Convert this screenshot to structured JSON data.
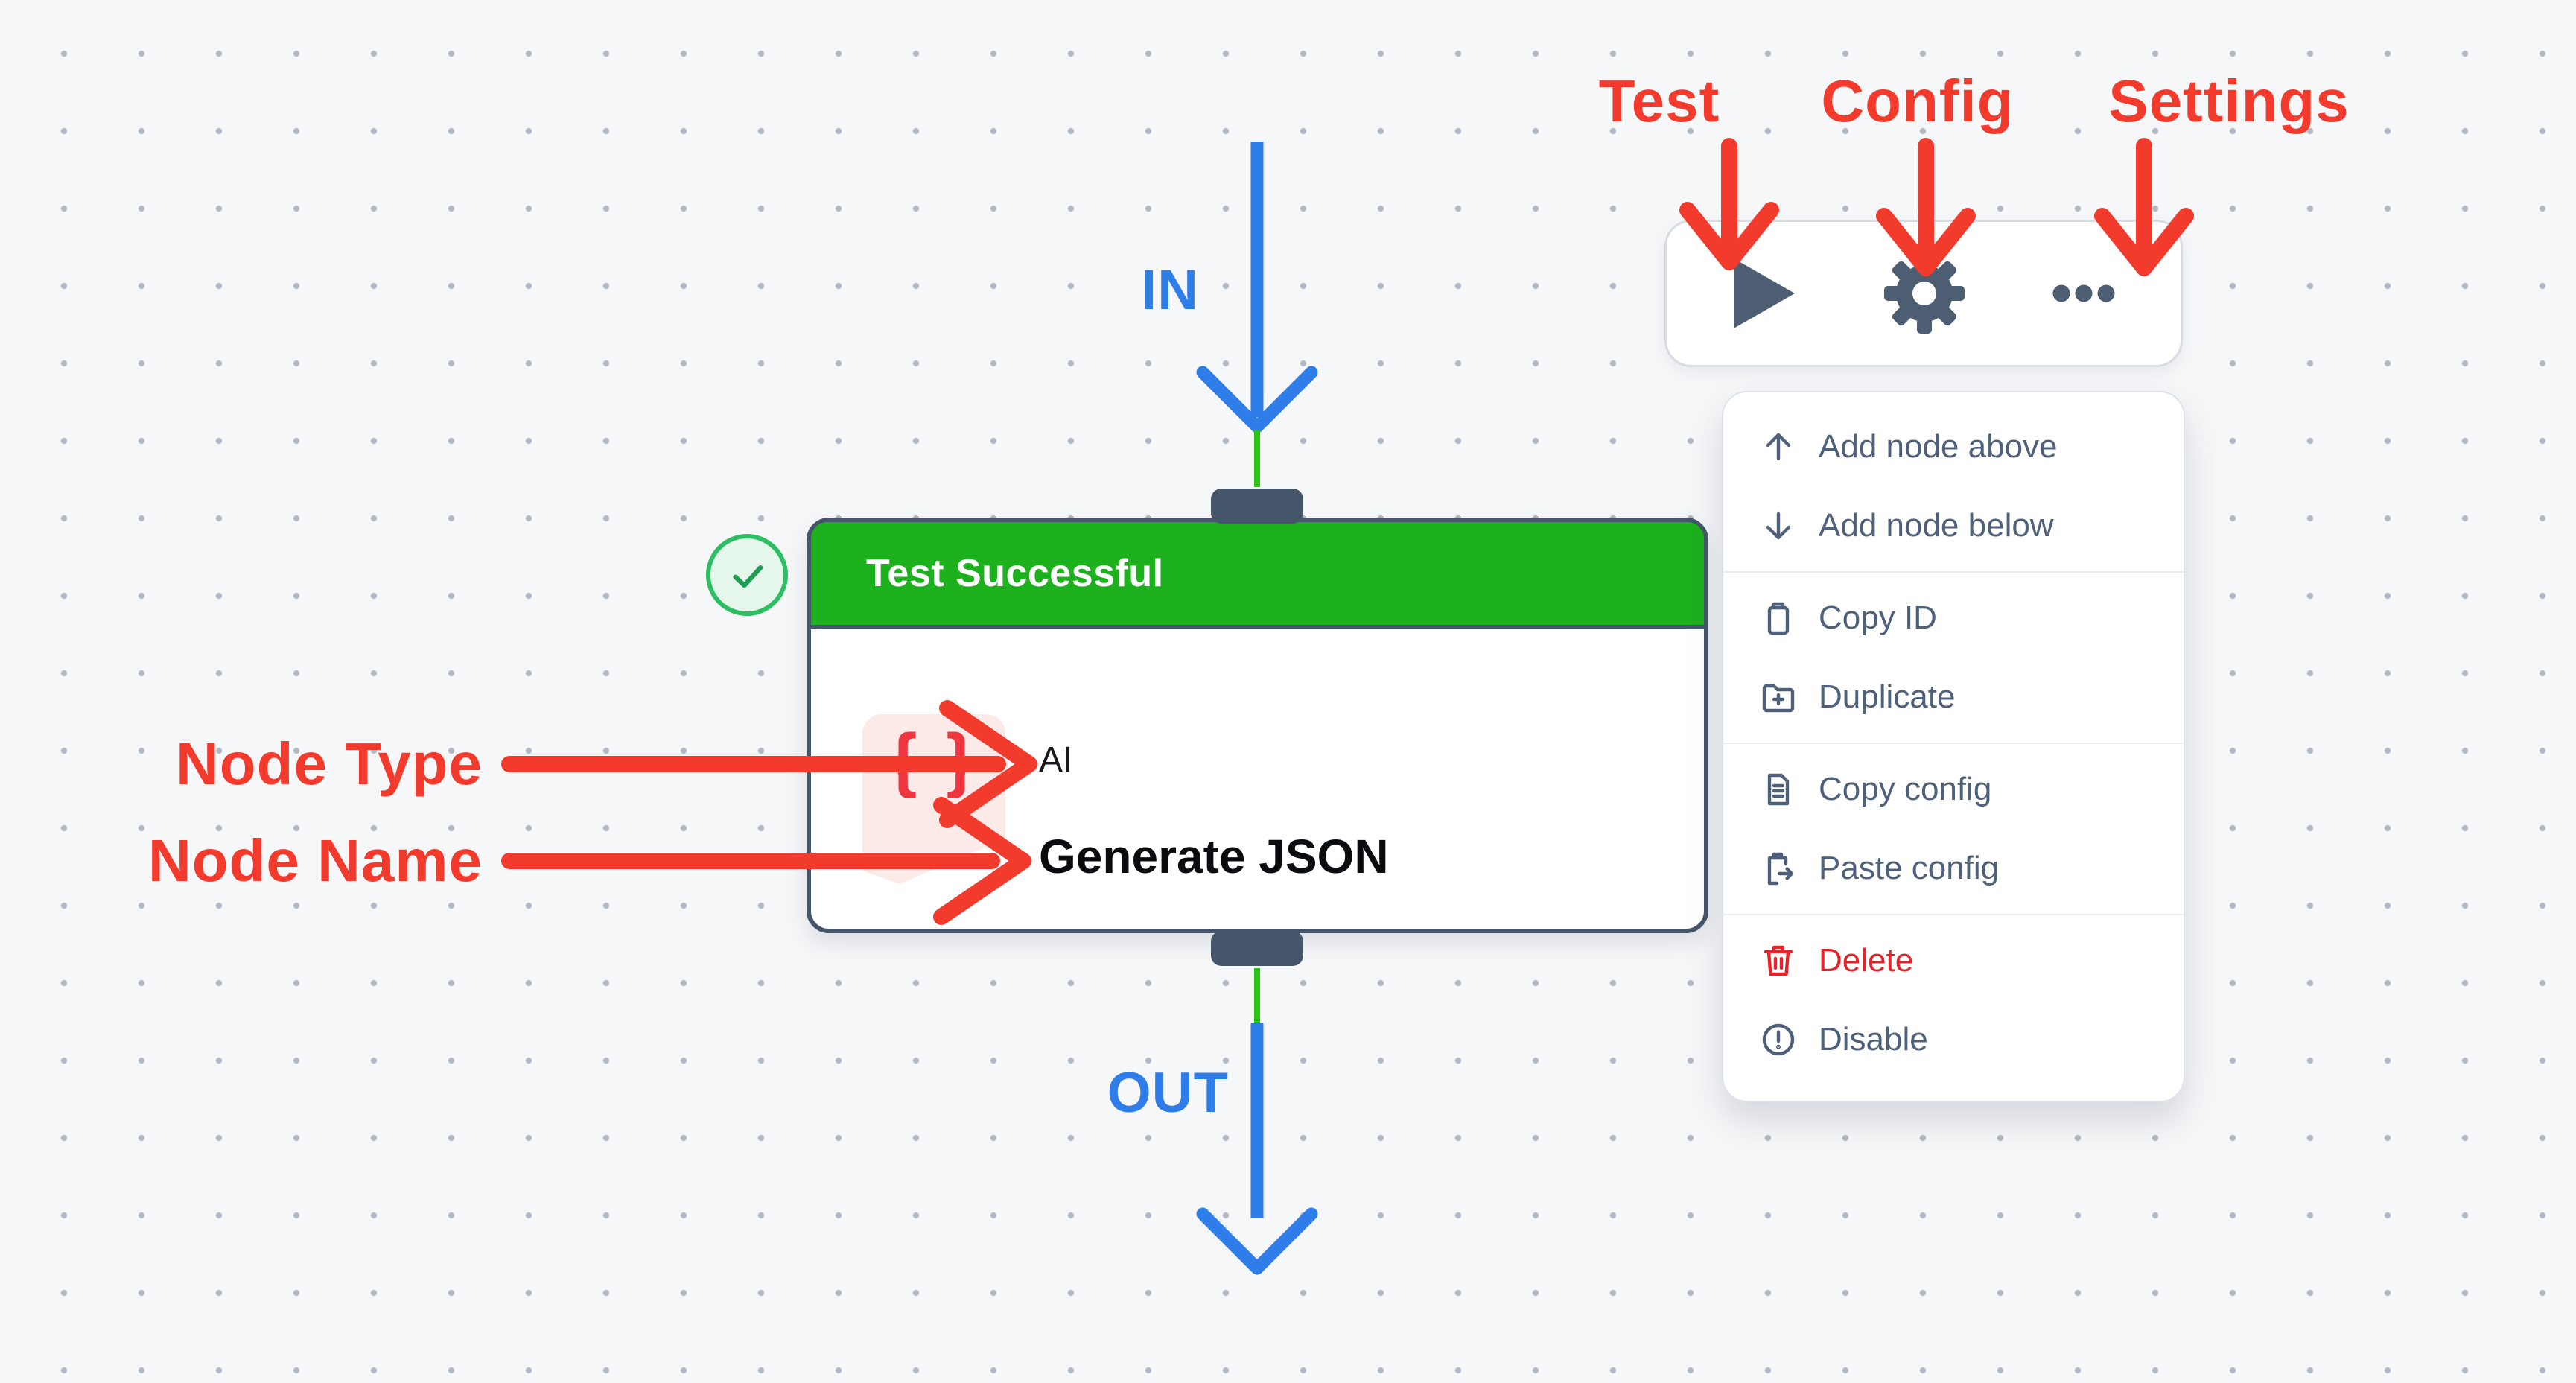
{
  "colors": {
    "red": "#f23a2d",
    "brace-red": "#ee3540",
    "delete-red": "#e5232b",
    "blue": "#2f7de9",
    "green": "#1db11d",
    "wire-green": "#2ac513",
    "badge-green": "#2dbd63",
    "badge-check": "#1e9e52",
    "slate": "#46566a",
    "icon-slate": "#4d5e73",
    "menu-text": "#4e607a",
    "pink": "#fceae8"
  },
  "annotations": {
    "test": "Test",
    "config": "Config",
    "settings": "Settings",
    "node_type": "Node Type",
    "node_name": "Node Name",
    "in": "IN",
    "out": "OUT"
  },
  "node": {
    "status": "Test Successful",
    "type": "AI",
    "name": "Generate JSON",
    "type_glyph": "{ }"
  },
  "toolbar": {
    "icons": [
      "play",
      "gear",
      "ellipsis"
    ]
  },
  "menu": {
    "items": [
      {
        "label": "Add node above",
        "icon": "arrow-up"
      },
      {
        "label": "Add node below",
        "icon": "arrow-down"
      },
      {
        "label": "Copy ID",
        "icon": "clipboard"
      },
      {
        "label": "Duplicate",
        "icon": "folder-plus"
      },
      {
        "label": "Copy config",
        "icon": "file-text"
      },
      {
        "label": "Paste config",
        "icon": "clipboard-arrow"
      },
      {
        "label": "Delete",
        "icon": "trash",
        "danger": true
      },
      {
        "label": "Disable",
        "icon": "alert-circle"
      }
    ]
  }
}
